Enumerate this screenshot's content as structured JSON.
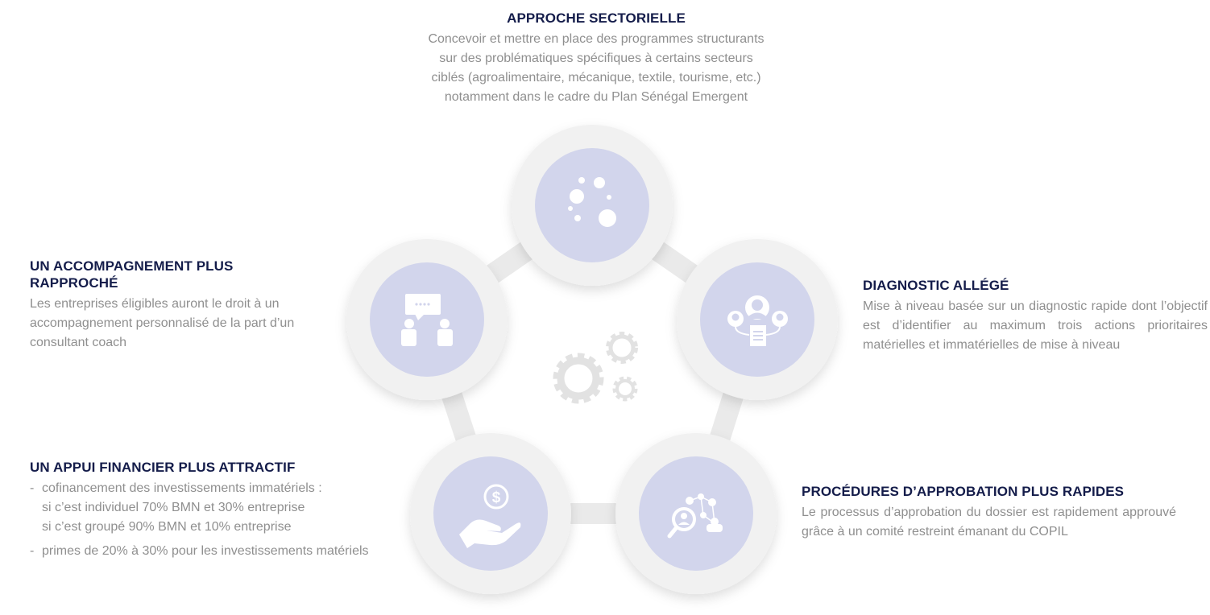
{
  "sections": {
    "top": {
      "title": "APPROCHE SECTORIELLE",
      "lines": [
        "Concevoir et mettre en place des programmes structurants",
        "sur des problématiques spécifiques à certains secteurs",
        "ciblés (agroalimentaire, mécanique, textile, tourisme, etc.)",
        "notamment dans le cadre du Plan Sénégal Emergent"
      ],
      "icon": "bubbles-icon"
    },
    "left_top": {
      "title_line1": "UN ACCOMPAGNEMENT PLUS",
      "title_line2": "RAPPROCHÉ",
      "description": "Les entreprises éligibles auront le droit à un accompagnement personnalisé de la part d’un consultant coach",
      "icon": "consultation-icon"
    },
    "right_top": {
      "title": "DIAGNOSTIC ALLÉGÉ",
      "description": "Mise à niveau basée sur un diagnostic rapide dont l’objectif est d’identifier au maximum trois actions prioritaires matérielles et immatérielles de mise à niveau",
      "icon": "team-document-icon"
    },
    "left_bottom": {
      "title": "UN APPUI FINANCIER PLUS ATTRACTIF",
      "item1": "cofinancement des investissements immatériels :",
      "item1_sub1": "si c’est individuel 70% BMN et 30% entreprise",
      "item1_sub2": "si c’est groupé 90% BMN et 10% entreprise",
      "item2": "primes de 20% à 30% pour les investissements matériels",
      "icon": "money-hand-icon"
    },
    "right_bottom": {
      "title": "PROCÉDURES D’APPROBATION PLUS RAPIDES",
      "description": "Le processus d’approbation du dossier est rapidement approuvé grâce à un comité restreint émanant du COPIL",
      "icon": "search-network-icon"
    }
  },
  "center_icon": "gears-icon",
  "colors": {
    "title": "#141c4a",
    "text": "#8f8f8f",
    "node_outer": "#f1f1f1",
    "node_inner": "#d2d5ec",
    "connector": "#eaeaea",
    "gears": "#e2e2e2"
  }
}
